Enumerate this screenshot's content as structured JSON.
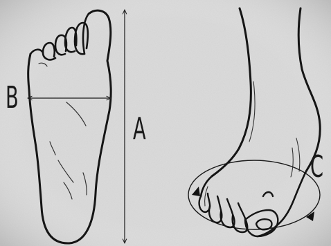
{
  "labels": {
    "a": "A",
    "b": "B",
    "c": "C"
  },
  "colors": {
    "background": "#d9d9d9",
    "ink": "#1a1a1a"
  }
}
